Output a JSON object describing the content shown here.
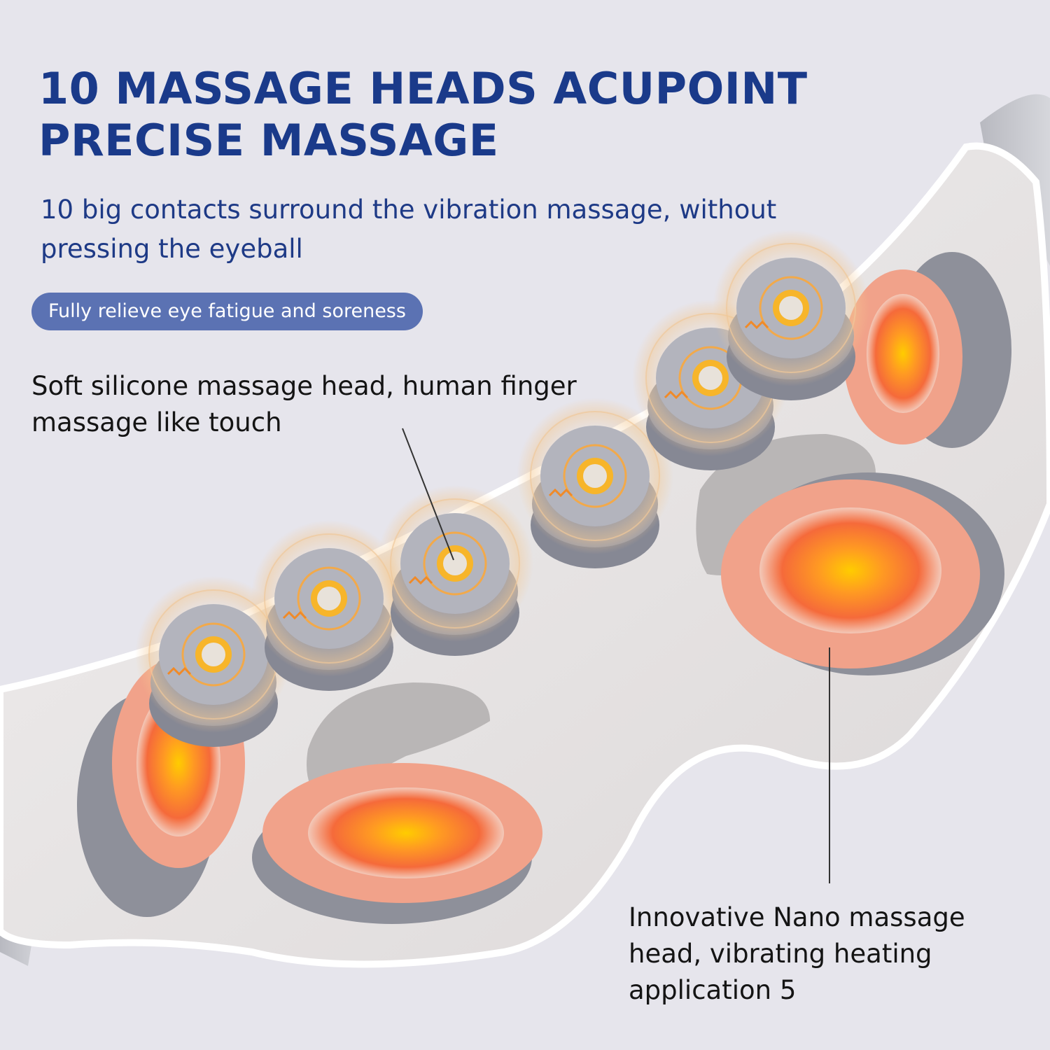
{
  "headline": "10 MASSAGE HEADS ACUPOINT PRECISE MASSAGE",
  "subheadline": "10 big contacts surround the vibration massage, without pressing the eyeball",
  "badge": "Fully relieve eye fatigue and soreness",
  "callouts": {
    "silicone": "Soft silicone massage head, human finger massage like touch",
    "nano": "Innovative Nano massage head, vibrating heating application 5"
  },
  "colors": {
    "headline": "#1a3a8a",
    "badge_bg": "#5b72b3",
    "heat": "#ff7a2e",
    "head_gray": "#9a9ca8"
  },
  "icons": [
    "vibration-icon"
  ]
}
